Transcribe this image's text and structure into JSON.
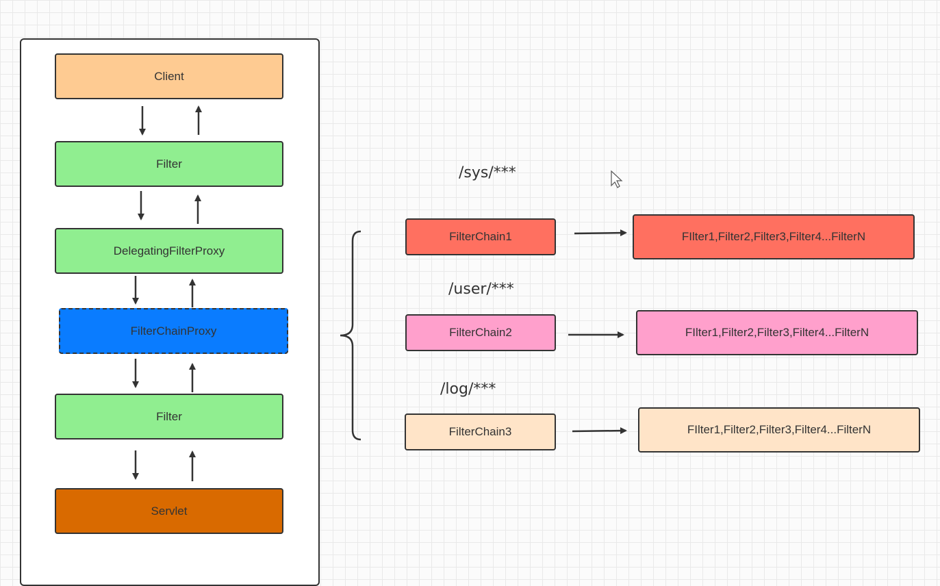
{
  "stack": [
    {
      "name": "client-box",
      "label": "Client",
      "color": "#fecb92"
    },
    {
      "name": "filter-box-top",
      "label": "Filter",
      "color": "#90ee90"
    },
    {
      "name": "delegating-filter-proxy-box",
      "label": "DelegatingFilterProxy",
      "color": "#90ee90"
    },
    {
      "name": "filter-chain-proxy-box",
      "label": "FilterChainProxy",
      "color": "#0a7cff"
    },
    {
      "name": "filter-box-bottom",
      "label": "Filter",
      "color": "#90ee90"
    },
    {
      "name": "servlet-box",
      "label": "Servlet",
      "color": "#d96a00"
    }
  ],
  "chains": [
    {
      "path": "/sys/***",
      "chain": "FilterChain1",
      "filters": "FIlter1,Filter2,Filter3,Filter4...FilterN",
      "color": "#ff7060"
    },
    {
      "path": "/user/***",
      "chain": "FilterChain2",
      "filters": "FIlter1,Filter2,Filter3,Filter4...FilterN",
      "color": "#ffa0cc"
    },
    {
      "path": "/log/***",
      "chain": "FilterChain3",
      "filters": "FIlter1,Filter2,Filter3,Filter4...FilterN",
      "color": "#ffe4c8"
    }
  ]
}
